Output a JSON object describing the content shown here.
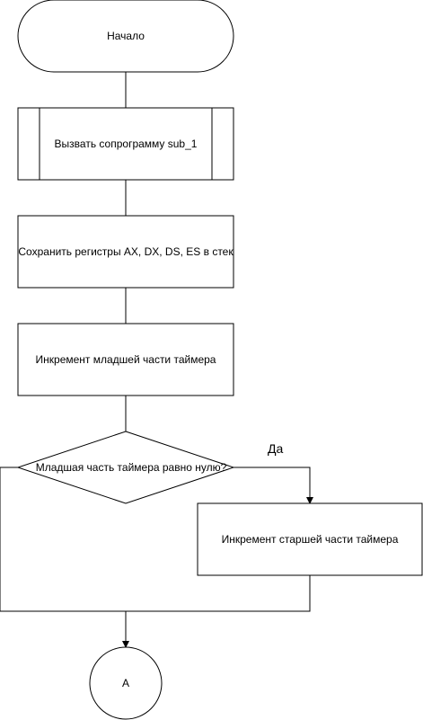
{
  "flowchart": {
    "start_label": "Начало",
    "subroutine_label": "Вызвать сопрограмму sub_1",
    "save_label": "Сохранить регистры AX, DX, DS, ES в стек",
    "inc_low_label": "Инкремент младшей части таймера",
    "decision_label": "Младшая часть таймера равно нулю?",
    "yes_label": "Да",
    "inc_high_label": "Инкремент старшей части таймера",
    "connector_label": "A"
  }
}
